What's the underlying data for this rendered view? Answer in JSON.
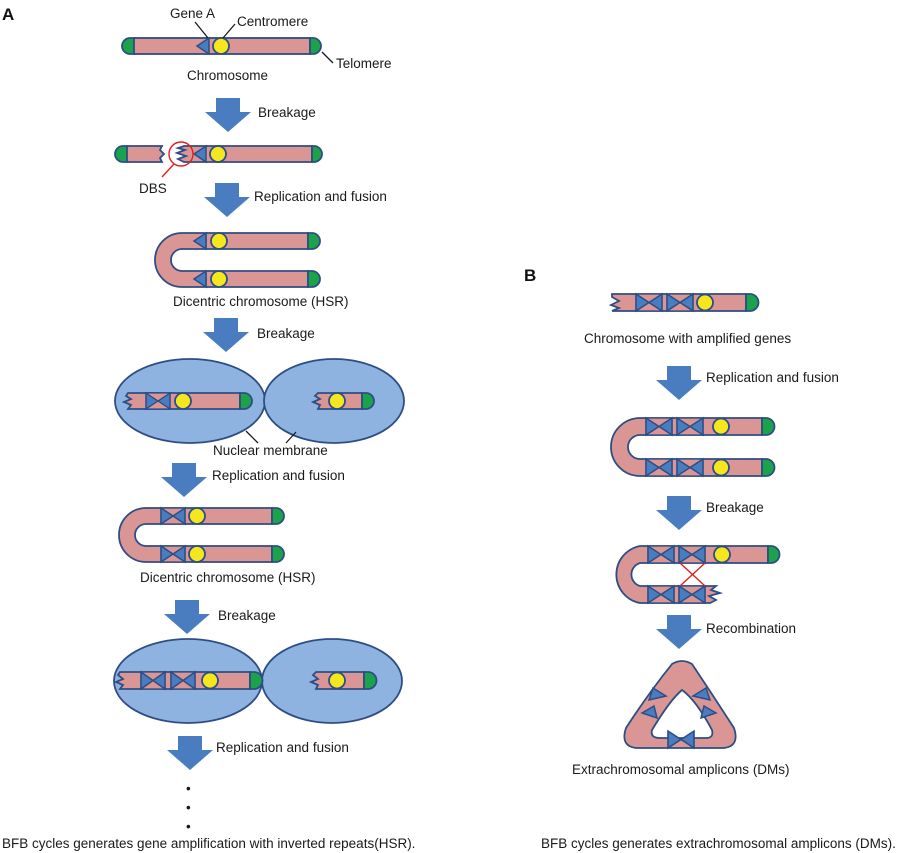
{
  "colors": {
    "chromosome": "#d99694",
    "outline": "#2e4d84",
    "telomere": "#1aa34a",
    "centromere": "#f5e61e",
    "gene": "#4a7cc0",
    "nucleus": "#8eb3e0",
    "arrow": "#4a7cc0",
    "dbs_marker": "#e02020"
  },
  "panel_a": {
    "label": "A",
    "labels": {
      "gene_a": "Gene A",
      "centromere": "Centromere",
      "telomere": "Telomere",
      "chromosome": "Chromosome",
      "dbs": "DBS",
      "dicentric_1": "Dicentric chromosome (HSR)",
      "nuclear_membrane": "Nuclear membrane",
      "dicentric_2": "Dicentric chromosome (HSR)"
    },
    "steps": [
      "Breakage",
      "Replication and fusion",
      "Breakage",
      "Replication and fusion",
      "Breakage",
      "Replication and fusion"
    ],
    "continuation": "•",
    "caption": "BFB cycles generates gene amplification with inverted repeats(HSR)."
  },
  "panel_b": {
    "label": "B",
    "labels": {
      "amplified": "Chromosome with amplified genes",
      "dms": "Extrachromosomal amplicons (DMs)"
    },
    "steps": [
      "Replication and fusion",
      "Breakage",
      "Recombination"
    ],
    "caption": "BFB cycles generates extrachromosomal amplicons (DMs)."
  }
}
